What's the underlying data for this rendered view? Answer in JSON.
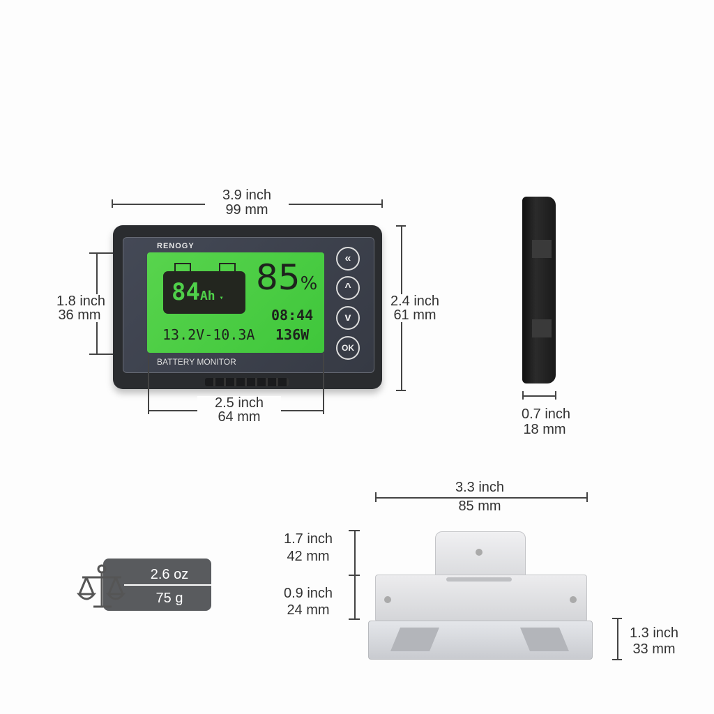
{
  "device": {
    "brand": "RENOGY",
    "model_label": "BATTERY MONITOR",
    "screen": {
      "capacity": "84",
      "capacity_unit": "Ah",
      "percent": "85",
      "percent_unit": "%",
      "time": "08:44",
      "voltage_current": "13.2V-10.3A",
      "power": "136W"
    },
    "buttons": [
      "«",
      "^",
      "v",
      "OK"
    ],
    "screen_color": "#4fd04a"
  },
  "dimensions": {
    "front_width": {
      "inch": "3.9 inch",
      "mm": "99 mm"
    },
    "front_height": {
      "inch": "2.4 inch",
      "mm": "61 mm"
    },
    "screen_height": {
      "inch": "1.8 inch",
      "mm": "36 mm"
    },
    "screen_width": {
      "inch": "2.5 inch",
      "mm": "64 mm"
    },
    "depth": {
      "inch": "0.7 inch",
      "mm": "18 mm"
    },
    "bracket_width": {
      "inch": "3.3 inch",
      "mm": "85 mm"
    },
    "bracket_height_total": {
      "inch": "1.7 inch",
      "mm": "42 mm"
    },
    "bracket_height_lower": {
      "inch": "0.9 inch",
      "mm": "24 mm"
    },
    "bracket_base_height": {
      "inch": "1.3 inch",
      "mm": "33 mm"
    }
  },
  "weight": {
    "oz": "2.6 oz",
    "g": "75 g"
  }
}
